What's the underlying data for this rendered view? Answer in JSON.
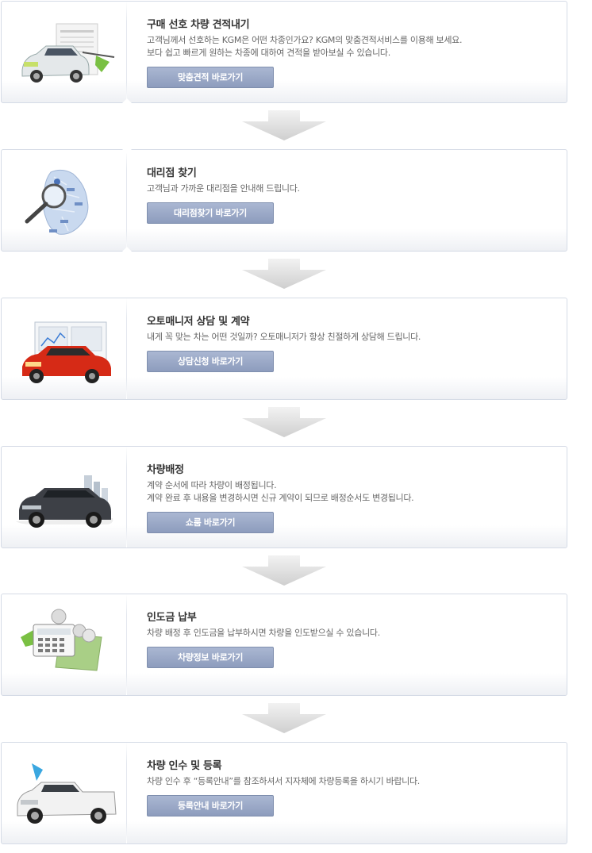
{
  "steps": [
    {
      "title": "구매 선호 차량 견적내기",
      "desc": [
        "고객님께서 선호하는 KGM은 어떤 차종인가요? KGM의 맞춤견적서비스를 이용해 보세요.",
        "보다 쉽고 빠르게 원하는 차종에 대하여 견적을 받아보실 수 있습니다."
      ],
      "button": "맞춤견적 바로가기",
      "image": "car-quote-image"
    },
    {
      "title": "대리점 찾기",
      "desc": [
        "고객님과 가까운 대리점을 안내해 드립니다."
      ],
      "button": "대리점찾기 바로가기",
      "image": "dealer-map-image"
    },
    {
      "title": "오토매니저 상담 및 계약",
      "desc": [
        "내게 꼭 맞는 차는 어떤 것일까? 오토매니저가 항상 친절하게 상담해 드립니다."
      ],
      "button": "상담신청 바로가기",
      "image": "consult-image"
    },
    {
      "title": "차량배정",
      "desc": [
        "계약 순서에 따라 차량이 배정됩니다.",
        "계약 완료 후 내용을 변경하시면 신규 계약이 되므로 배정순서도 변경됩니다."
      ],
      "button": "쇼룸 바로가기",
      "image": "suv-city-image"
    },
    {
      "title": "인도금 납부",
      "desc": [
        "차량 배정 후 인도금을 납부하시면 차량을 인도받으실 수 있습니다."
      ],
      "button": "차량정보 바로가기",
      "image": "calculator-money-image"
    },
    {
      "title": "차량 인수 및 등록",
      "desc": [
        "차량 인수 후 “등록안내”를 참조하셔서 지자체에 차량등록을 하시기 바랍니다."
      ],
      "button": "등록안내 바로가기",
      "image": "pickup-truck-image"
    }
  ],
  "colors": {
    "button_top": "#aab7d2",
    "button_bottom": "#8d9cbd",
    "card_border": "#d5dbe6",
    "arrow": "#d3d3d3"
  }
}
